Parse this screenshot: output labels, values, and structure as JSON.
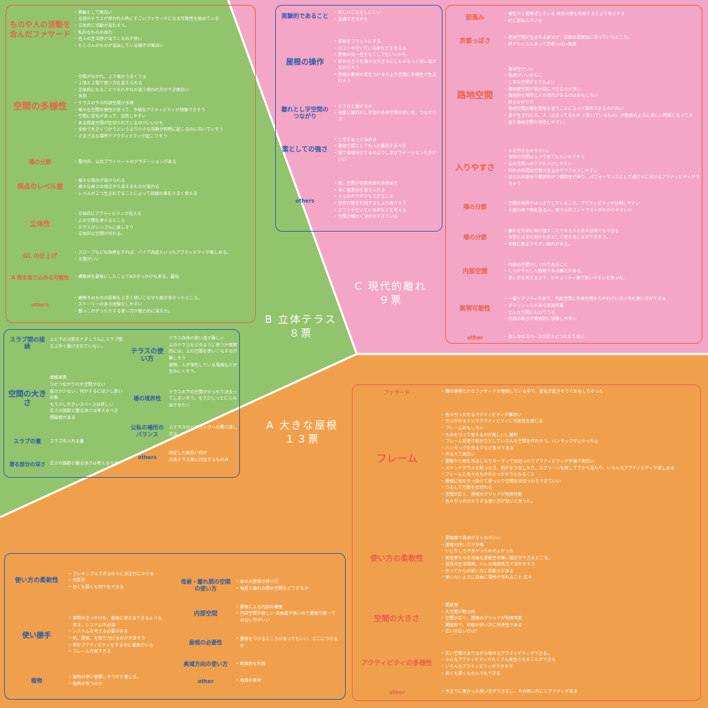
{
  "center_labels": {
    "a": "A 大きな屋根\n１３票",
    "b": "B 立体テラス\n８票",
    "c": "C 現代的離れ\n９票"
  },
  "colors": {
    "green": "#91c46c",
    "pink": "#f4a6c6",
    "orange": "#f0a04c",
    "label_orange": "#e8614a",
    "label_blue": "#2f5aa8"
  },
  "b_box": [
    {
      "label": "ものや人の活動を含んだファサード",
      "items": [
        "費観として面白い",
        "全部のテラスが使われた時にすごいファサードになる可能性を秘めている",
        "立体的に活動が見れそう。",
        "私的なものの表れ",
        "住人の生活感が出てくるのが良い",
        "たくさんのものが溢出している様子が面白い"
      ]
    },
    {
      "label": "空間の多様性",
      "items": [
        "空間が分かれ、上下差がうまくでる",
        "１階と２階で使い方を変えられる",
        "立体的になることでそれぞれが違う使われ方ができ面白い",
        "多用",
        "テラスの下の内部空間が多様",
        "様々な空間の個性があって、多様なアクティビティが想像できそう",
        "空間に変化があって、活用しやすい",
        "ある程度空間が区切られているのがいいかも",
        "全体で大きくつかうというより小さな活動が同時に起こるのに向いていそう",
        "さまざまな場所でアクティビティが起こりそう"
      ]
    },
    {
      "label": "場の分節",
      "items": [
        "屋内外、公共プライベートのグラデーションがある"
      ]
    },
    {
      "label": "視点のレベル差",
      "items": [
        "様々な視点が設けられる",
        "様々な高さの視点から見えるものが変わる",
        "レベルが２つ生まれてることによって目線の差をうまく使える"
      ]
    },
    {
      "label": "立体性",
      "items": [
        "立体的にアクティビティが見える",
        "上の空間を使えるところ",
        "テラスがシンプルに楽しそう",
        "立体的な空間が作れる。"
      ]
    },
    {
      "label": "GL の仕上げ",
      "items": [
        "スロープなどの改善をすれば、バイク改造といったアクティビティが楽しめる。",
        "土間がいい"
      ]
    },
    {
      "label": "A 案を取り込める可能性",
      "items": [
        "構築体を最後にしたことでAのきっかけもある。最強"
      ]
    },
    {
      "label": "others",
      "items": [
        "建物そのものの役割を上手く使いこなせた案が多かったところ。",
        "ストーリーのある体験をしやすい",
        "積っこかがったりする使い方が魅力的に見えた。"
      ]
    }
  ],
  "c_blue_box": [
    {
      "label": "実験的であること",
      "items": [
        "新しいことをしにくい",
        "普通すぎるかも"
      ]
    },
    {
      "label": "屋根の操作",
      "items": [
        "屋根をフラットにする",
        "ロフトや空いている軒などを考える",
        "屋根の勾一性をなくしてもいいかも",
        "軒の大きさを様々な大きさにしたらもっと使い道が変わりそう",
        "屋根の素材の質をつけるとより空間に多様性が生まれそう"
      ]
    },
    {
      "label": "離れとし字空間のつながり",
      "items": [
        "どう外と繋がるか",
        "母屋と離れのし字型の外部空間の使い方、つながり方"
      ]
    },
    {
      "label": "案としての強さ",
      "items": [
        "し字をもっと強める",
        "路地空間としてもっと徹底するべき",
        "縦で領域分けするのよりし字グラデーションの方がいい"
      ]
    },
    {
      "label": "others",
      "items": [
        "庭、空間が窮屈表面の余地あり",
        "床に板素材を取り入れる",
        "とっかかりが少なすぎること",
        "既存の壁を利用するとより良さそう",
        "ロフトや空いている軒などを考える",
        "空間が細かく分かれすぎている"
      ]
    }
  ],
  "c_red_box": [
    {
      "label": "前進み",
      "items": [
        "現在の１番移式している 既存の壁を利用するとより良さそう",
        "町に馴染んでいる"
      ]
    },
    {
      "label": "京都っぽさ",
      "items": [
        "路地空間が生まれる部分が、京都の雰囲気に合っていたところ。",
        "軒がたくさんあって京都っぽい風景"
      ]
    },
    {
      "label": "路地空間",
      "items": [
        "路地性がいい",
        "路地がいいかんじ",
        "し字の空間がとてもよい",
        "路地裏空間が家の前にできるのが良い",
        "路地的な場所に人の流れがあるのはおもしろい",
        "軒のかかり方",
        "路地空間の幅を屋根を使うことによって操作できるのが良い",
        "道が生まれたら、人（止まってるもの と動いているもの）が路地のように楽しい関係になってる",
        "庭と路地空間が活用しやすい。"
      ]
    },
    {
      "label": "入りやすさ",
      "items": [
        "人を引き込みやすい。",
        "寺田の空間は入って来てもらいやすそう",
        "公共空間へのアクセスがしやすい",
        "内外の中間の空間があるのでアクセスしやすい",
        "はなれの部分が開放的かつ透明性があり、パフォーマンスとして通行人に見せるアクティビティができそう"
      ]
    },
    {
      "label": "場の分節",
      "items": [
        "空間の境界がはっきりしていること。アクティビティが分割しやすい",
        "小道の奥で物を見る人、買う人のコントラストがわかりやすいい"
      ]
    },
    {
      "label": "場の分節",
      "items": [
        "離れを外部に明け渡すことでやろうと思えば何でもできる",
        "母屋とはまた別のものとして使えることができそう。",
        "気軽に集まりやすい離れがある。"
      ]
    },
    {
      "label": "内部空間",
      "items": [
        "内部の空間がしっかりあること",
        "しっかりとした建物である離れがある。",
        "使い方を考える上で、セキュリティ面で扱いやすいと思った。"
      ]
    },
    {
      "label": "実現可能性",
      "items": [
        "一番リアリティがあり、内部空間と外部空間それぞれでいろいろな使い方ができる",
        "ポテンシャルがあり実現可能",
        "どんな空間にもなりうる",
        "内部の動きが具体的に想像しやすい"
      ]
    },
    {
      "label": "other",
      "items": [
        "真ん中のスペースが広々とつかえて良い"
      ]
    }
  ],
  "b_blue_box": {
    "left": [
      {
        "label": "スラブ間の接続",
        "items": [
          "上と下の分節をナチュラルにスラブ間を上手く繋げきれていない。"
        ]
      },
      {
        "label": "空間の大きさ",
        "items": [
          "面積差異",
          "ひとつながりの大空間がない",
          "抜けが少ない、何かするには少し狭い印象",
          "もう少し大きいスペースは欲しい",
          "広さの調節と籠る深さは考えるべき",
          "閉鎖感がある"
        ]
      },
      {
        "label": "スラブの量",
        "items": [
          "スラブの入れる量"
        ]
      },
      {
        "label": "潜る部分の深さ",
        "items": [
          "広さの調節と籠る深さは考えるべき"
        ]
      }
    ],
    "right": [
      {
        "label": "テラスの使い方",
        "items": [
          "テラス自体の使い道が難しい",
          "上のテラスをどのように使うか現実的には、上の空間を使いこなすのが難しそう",
          "実際、人が滞在している場面などが生みにくそう。"
        ]
      },
      {
        "label": "場の境界性",
        "items": [
          "テラスの下の空間ががっちり決まってしまいそう。もう少しっとにじみ出させたい"
        ]
      },
      {
        "label": "公私の場所のバランス",
        "items": [
          "上テラスのパブリックへの開け渡し方法"
        ]
      },
      {
        "label": "others",
        "items": [
          "固定した面白い何か",
          "立体テラス案に付加するものの"
        ]
      }
    ]
  },
  "a_blue_box": {
    "left": [
      {
        "label": "使い方の柔軟性",
        "items": [
          "フレキシブルすぎるゆえに決定打にかける",
          "均質的",
          "良くも悪くも何でもできる"
        ]
      },
      {
        "label": "使い勝手",
        "items": [
          "実際のきっかけを、容易に使えるできるような具さ、システムが必須",
          "システムを考える必要がある",
          "机、屋根、を取り付けるのが大変そう",
          "何かアクティビティをするのに道具がいる",
          "フレームが高すぎる"
        ]
      },
      {
        "label": "植物",
        "items": [
          "植物の使い者難しそうだと感じる。",
          "植物が育つのか"
        ]
      }
    ],
    "right": [
      {
        "label": "母屋・離れ間の空間の使い方",
        "items": [
          "台の大屋根の使い方",
          "母屋と離れの間の空間をどうするか"
        ]
      },
      {
        "label": "内部空間",
        "items": [
          "屋根による内部の確保",
          "内部空間が欲しい 自由度が高いので屋根が単一ではない方がいい"
        ]
      },
      {
        "label": "屋根の必要性",
        "items": [
          "屋根をつけるところがあってもいい、どこにつけるか"
        ]
      },
      {
        "label": "奥域方向の使い方",
        "items": [
          "断面的な利用"
        ]
      },
      {
        "label": "other",
        "items": [
          "地面の素材"
        ]
      }
    ]
  },
  "a_red_box": [
    {
      "label": "ファサード",
      "items": [
        "隣の建物とかとファサードが連続している中で、変化が起きそうでおもしろかった"
      ]
    },
    {
      "label": "フレーム",
      "items": [
        "色々引っかかるアクティビティが面白い",
        "引っかかるというアクティビティに可能性を感じる",
        "フレームおもしろい",
        "ものをつって使えるのが楽しいし便利",
        "フレームを取り揃かりとしていろんな空間を作れそう。ハンモックがよかった◎",
        "ハンモックを吊るすなど色々できる",
        "吊るせて面白い",
        "屋根から物を吊るしたりカーテンで仕切ったりアクティビティが多様で面白い",
        "ステンドグラスを貼ったり、何かをつるしたり、スクリーンを映して下から見たり、いろんなアクティビティが楽しめる",
        "フレームと色々なもののとっかかりとなること",
        "屋根に物を引っ掛けて使ったり空間を仕切ったりできていい",
        "つるして空間を仕切れる",
        "空間が広く、屋根のグリッドが利用可能",
        "色々引っかけたりする使い方が良いと思った。"
      ]
    },
    {
      "label": "使い方の柔軟性",
      "items": [
        "屋根面で自由がきくのがいい",
        "屋根の使い方が多様",
        "いじりしろが多かったのがよかった",
        "居住者たちの自由な柔軟性の高い設計ができるところ。",
        "普段の生活場面、ハレの場面両方で活かせそう",
        "作ってからの使い方に柔軟さがある",
        "使いたいように自由に場所が作れること 広々"
      ]
    },
    {
      "label": "空間の大きさ",
      "items": [
        "開放感",
        "大空間が魅力的",
        "空間が広く、屋根のグリッドが利用可能",
        "開放的で、枠組の使い方に将来性がある",
        "広い分広いだけ？"
      ]
    },
    {
      "label": "アクティビティの多様性",
      "items": [
        "広い空間がありながら様々なアクティビティができる。",
        "小さなアクティビティがたくさん発生させることができる",
        "いろんなアクティビティができそう",
        "良くも悪くもなんでもできる"
      ]
    },
    {
      "label": "other",
      "items": [
        "今までに無かった使い方ができるし、その使い方にリアリティがある"
      ]
    }
  ]
}
